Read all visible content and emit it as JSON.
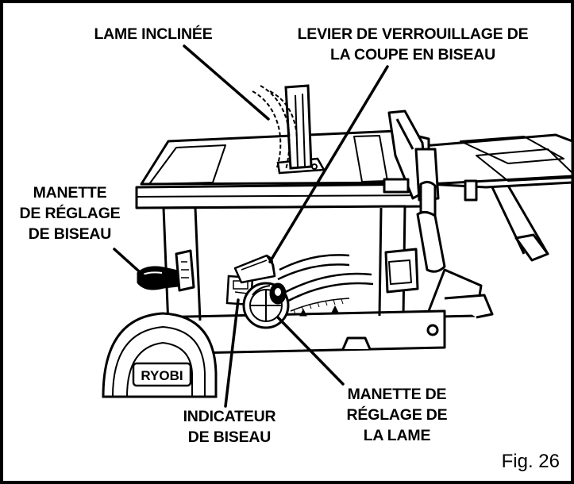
{
  "labels": {
    "lame_inclinee": "LAME INCLINÉE",
    "levier_line1": "LEVIER DE VERROUILLAGE DE",
    "levier_line2": "LA COUPE EN BISEAU",
    "manette_biseau_line1": "MANETTE",
    "manette_biseau_line2": "DE RÉGLAGE",
    "manette_biseau_line3": "DE BISEAU",
    "indicateur_line1": "INDICATEUR",
    "indicateur_line2": "DE BISEAU",
    "manette_lame_line1": "MANETTE DE",
    "manette_lame_line2": "RÉGLAGE DE",
    "manette_lame_line3": "LA LAME"
  },
  "brand_logo": "RYOBI",
  "figure_label": "Fig. 26"
}
